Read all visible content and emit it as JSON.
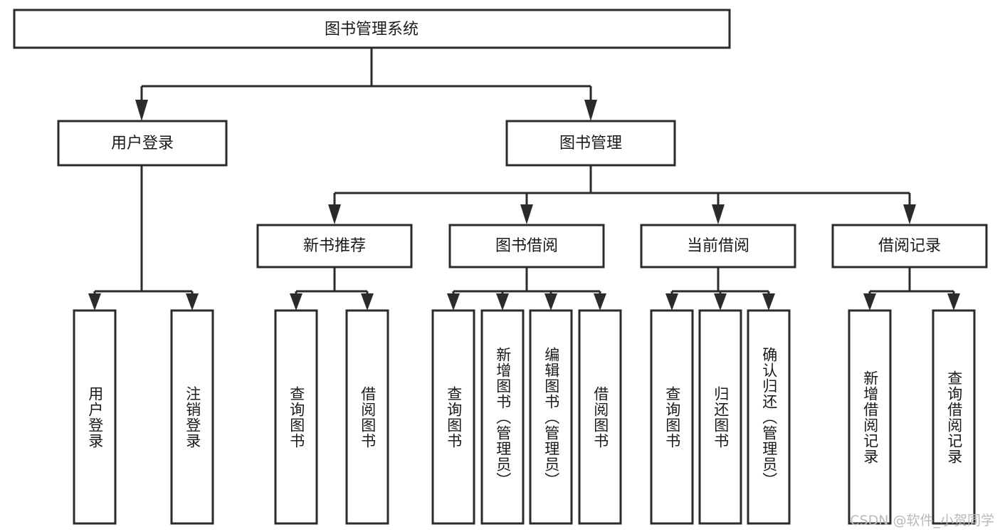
{
  "diagram": {
    "title": "图书管理系统",
    "type": "hierarchy-tree",
    "watermark": "CSDN @软件_小贺同学",
    "colors": {
      "stroke": "#2b2b2b",
      "box_fill": "#ffffff",
      "text": "#1a1a1a",
      "background": "#ffffff",
      "watermark": "#b9b9b9"
    },
    "root": {
      "label": "图书管理系统"
    },
    "level2": [
      {
        "label": "用户登录"
      },
      {
        "label": "图书管理"
      }
    ],
    "level3": [
      {
        "label": "新书推荐"
      },
      {
        "label": "图书借阅"
      },
      {
        "label": "当前借阅"
      },
      {
        "label": "借阅记录"
      }
    ],
    "leaves": {
      "user_login": [
        {
          "label": "用户登录"
        },
        {
          "label": "注销登录"
        }
      ],
      "new_book": [
        {
          "label": "查询图书"
        },
        {
          "label": "借阅图书"
        }
      ],
      "book_borrow": [
        {
          "label": "查询图书"
        },
        {
          "label": "新增图书（管理员）"
        },
        {
          "label": "编辑图书（管理员）"
        },
        {
          "label": "借阅图书"
        }
      ],
      "current_borrow": [
        {
          "label": "查询图书"
        },
        {
          "label": "归还图书"
        },
        {
          "label": "确认归还（管理员）"
        }
      ],
      "borrow_record": [
        {
          "label": "新增借阅记录"
        },
        {
          "label": "查询借阅记录"
        }
      ]
    }
  }
}
